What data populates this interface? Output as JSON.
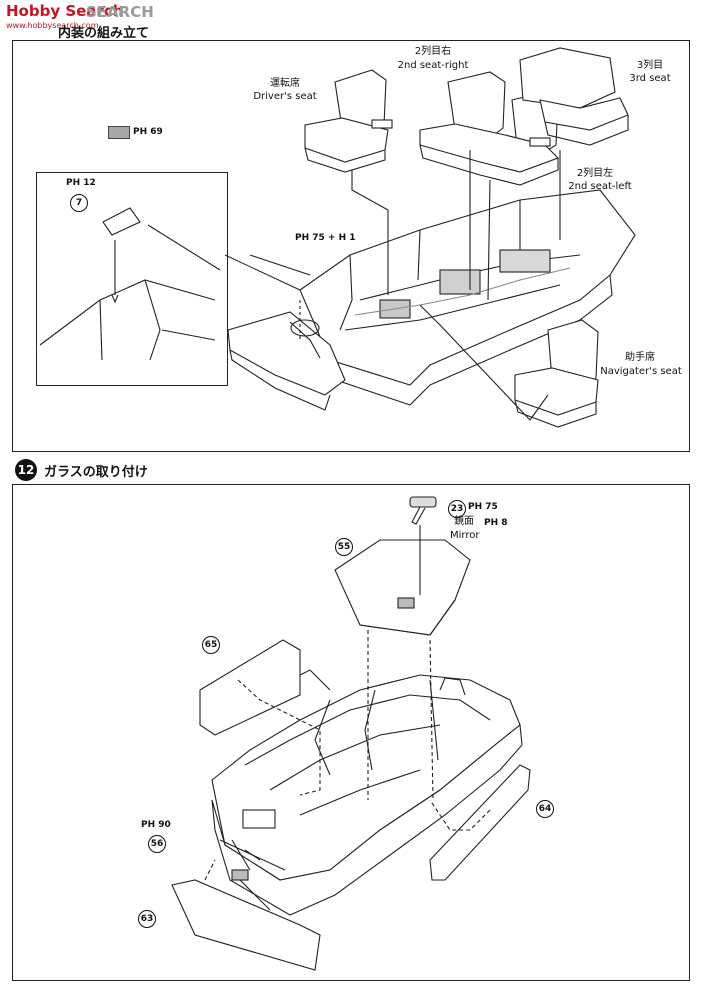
{
  "watermark": {
    "brand": "Hobby Search",
    "logo_text": "SEARCH",
    "site": "www.hobbysearch.com"
  },
  "section_top": {
    "title": "内装の組み立て",
    "paint_ref": "PH 69",
    "detail_ref": "PH 12",
    "part_7": "7",
    "body_ref": "PH 75 + H 1",
    "labels": {
      "driver_seat_jp": "運転席",
      "driver_seat_en": "Driver's seat",
      "seat2_right_jp": "2列目右",
      "seat2_right_en": "2nd seat-right",
      "seat3_jp": "3列目",
      "seat3_en": "3rd seat",
      "seat2_left_jp": "2列目左",
      "seat2_left_en": "2nd seat-left",
      "nav_seat_jp": "助手席",
      "nav_seat_en": "Navigater's seat"
    }
  },
  "section_12": {
    "step_number": "12",
    "title": "ガラスの取り付け",
    "part_23": "23",
    "part_23_ref": "PH 75",
    "mirror_jp": "鏡面",
    "mirror_en": "Mirror",
    "mirror_ref": "PH 8",
    "part_55": "55",
    "part_65": "65",
    "part_64": "64",
    "part_56": "56",
    "part_56_ref": "PH 90",
    "part_63": "63"
  }
}
